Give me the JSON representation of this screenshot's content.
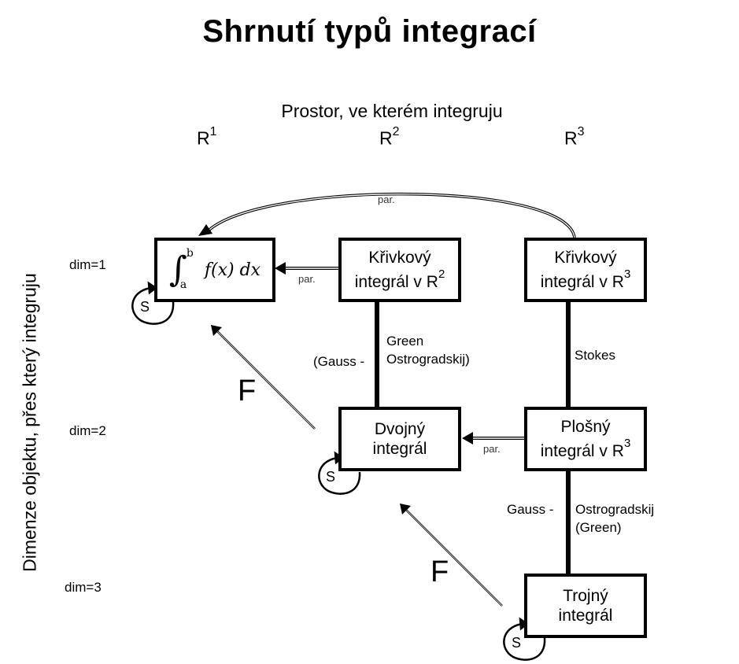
{
  "title": "Shrnutí typů integrací",
  "x_axis": {
    "title": "Prostor, ve kterém integruju",
    "columns": [
      {
        "base": "R",
        "exp": "1"
      },
      {
        "base": "R",
        "exp": "2"
      },
      {
        "base": "R",
        "exp": "3"
      }
    ]
  },
  "y_axis": {
    "title": "Dimenze objektu, přes který integruju",
    "rows": [
      "dim=1",
      "dim=2",
      "dim=3"
    ]
  },
  "nodes": {
    "riemann": {
      "formula": {
        "integral": "∫",
        "lower": "a",
        "upper": "b",
        "body": "f(x) dx"
      }
    },
    "curve_r2": {
      "line1": "Křivkový",
      "line2": "integrál v R",
      "exp": "2"
    },
    "curve_r3": {
      "line1": "Křivkový",
      "line2": "integrál v R",
      "exp": "3"
    },
    "double": {
      "line1": "Dvojný",
      "line2": "integrál"
    },
    "surface_r3": {
      "line1": "Plošný",
      "line2": "integrál v R",
      "exp": "3"
    },
    "triple": {
      "line1": "Trojný",
      "line2": "integrál"
    }
  },
  "edges": {
    "par_label": "par.",
    "green": {
      "left": "(Gauss -",
      "right_line1": "Green",
      "right_line2": "Ostrogradskij)"
    },
    "stokes": "Stokes",
    "gauss": {
      "left": "Gauss -",
      "right_line1": "Ostrogradskij",
      "right_line2": "(Green)"
    },
    "fubini_label": "F",
    "substitution_label": "S"
  }
}
